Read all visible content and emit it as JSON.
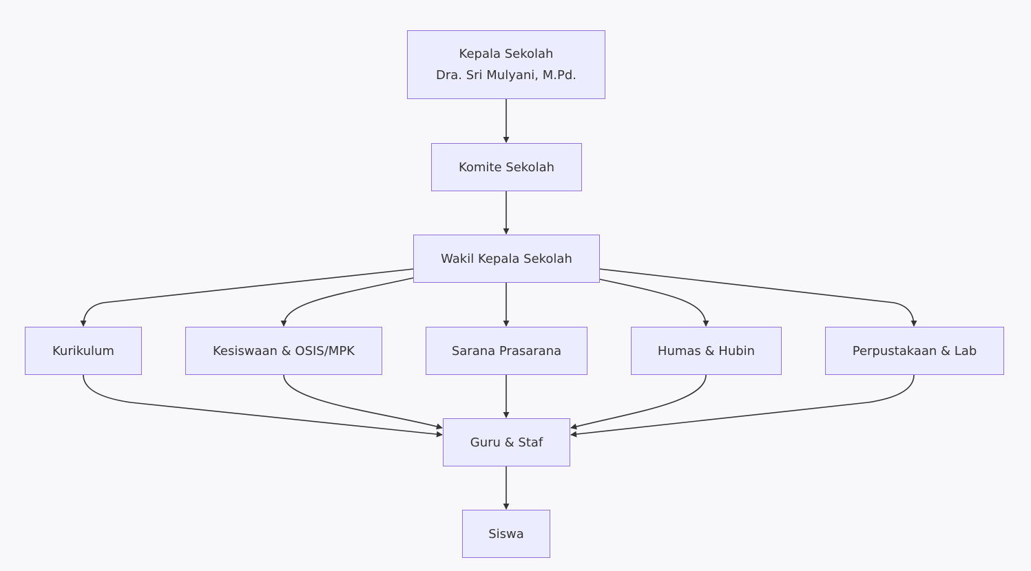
{
  "nodes": {
    "kepala_sekolah": {
      "line1": "Kepala Sekolah",
      "line2": "Dra. Sri Mulyani, M.Pd."
    },
    "komite_sekolah": "Komite Sekolah",
    "wakil_kepala_sekolah": "Wakil Kepala Sekolah",
    "kurikulum": "Kurikulum",
    "kesiswaan": "Kesiswaan & OSIS/MPK",
    "sarana_prasarana": "Sarana Prasarana",
    "humas_hubin": "Humas & Hubin",
    "perpustakaan_lab": "Perpustakaan & Lab",
    "guru_staf": "Guru & Staf",
    "siswa": "Siswa"
  },
  "edges": [
    {
      "from": "kepala_sekolah",
      "to": "komite_sekolah"
    },
    {
      "from": "komite_sekolah",
      "to": "wakil_kepala_sekolah"
    },
    {
      "from": "wakil_kepala_sekolah",
      "to": "kurikulum"
    },
    {
      "from": "wakil_kepala_sekolah",
      "to": "kesiswaan"
    },
    {
      "from": "wakil_kepala_sekolah",
      "to": "sarana_prasarana"
    },
    {
      "from": "wakil_kepala_sekolah",
      "to": "humas_hubin"
    },
    {
      "from": "wakil_kepala_sekolah",
      "to": "perpustakaan_lab"
    },
    {
      "from": "kurikulum",
      "to": "guru_staf"
    },
    {
      "from": "kesiswaan",
      "to": "guru_staf"
    },
    {
      "from": "sarana_prasarana",
      "to": "guru_staf"
    },
    {
      "from": "humas_hubin",
      "to": "guru_staf"
    },
    {
      "from": "perpustakaan_lab",
      "to": "guru_staf"
    },
    {
      "from": "guru_staf",
      "to": "siswa"
    }
  ],
  "colors": {
    "background": "#f8f8fa",
    "node_fill": "#ececff",
    "node_border": "#9370db",
    "edge": "#333333",
    "text": "#333333"
  }
}
